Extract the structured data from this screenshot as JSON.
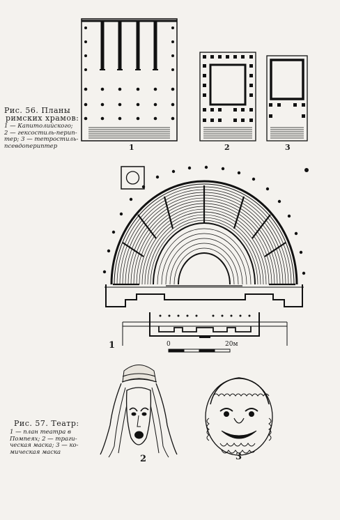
{
  "fig56": {
    "title_line1": "Рис. 56. Планы",
    "title_line2": "римских храмов:",
    "desc_line1": "1 — Капитолийского;",
    "desc_line2": "2 — гексостиль-перип-",
    "desc_line3": "тер; 3 — тетростиль-",
    "desc_line4": "псевдопериптер",
    "labels": [
      "1",
      "2",
      "3"
    ]
  },
  "fig57": {
    "title": "Рис. 57. Театр:",
    "desc_line1": "1 — план театра в",
    "desc_line2": "Помпеях; 2 — траги-",
    "desc_line3": "ческая маска; 3 — ко-",
    "desc_line4": "мическая маска",
    "plan_label": "1",
    "scale_start": "0",
    "scale_end": "20м",
    "mask_labels": [
      "2",
      "3"
    ]
  }
}
